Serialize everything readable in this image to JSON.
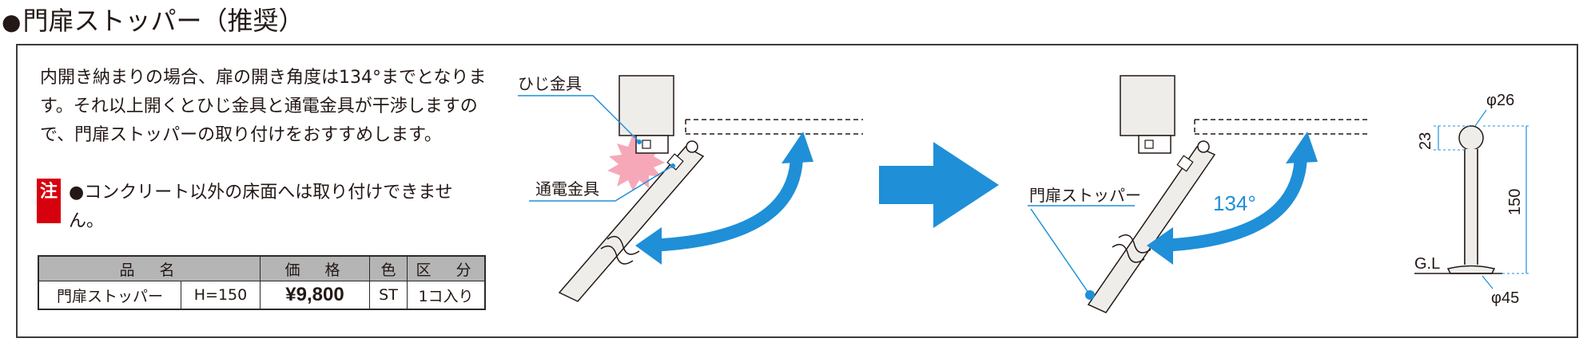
{
  "title": {
    "bullet": "●",
    "text": "門扉ストッパー（推奨）"
  },
  "description": "内開き納まりの場合、扉の開き角度は134°までとなります。それ以上開くとひじ金具と通電金具が干渉しますので、門扉ストッパーの取り付けをおすすめします。",
  "note": {
    "badge": "注",
    "text": "●コンクリート以外の床面へは取り付けできません。"
  },
  "price_table": {
    "headers": [
      "品　名",
      "価　格",
      "色",
      "区　分"
    ],
    "row": {
      "name": "門扉ストッパー",
      "size": "H=150",
      "price": "¥9,800",
      "color": "ST",
      "unit": "1コ入り"
    }
  },
  "diagram_left": {
    "label_elbow": "ひじ金具",
    "label_power": "通電金具"
  },
  "diagram_right": {
    "label_stopper": "門扉ストッパー",
    "angle": "134°"
  },
  "dimension_drawing": {
    "top_diameter": "φ26",
    "ball_height": "23",
    "total_height": "150",
    "ground_label": "G.L",
    "base_diameter": "φ45"
  },
  "colors": {
    "accent_blue": "#1f8fd8",
    "note_red": "#d7000f",
    "burst_pink": "#f6a8b8",
    "header_gray": "#b5b5b5"
  }
}
